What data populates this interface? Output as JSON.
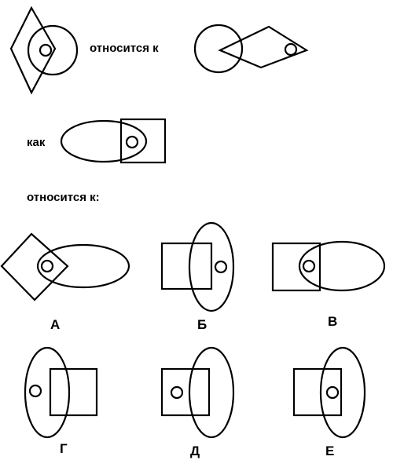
{
  "text": {
    "relates_to": "относится к",
    "as": "как",
    "relates_to_colon": "относится к:"
  },
  "options": [
    "А",
    "Б",
    "В",
    "Г",
    "Д",
    "Е"
  ],
  "colors": {
    "ink": "#000000",
    "background": "#ffffff"
  }
}
